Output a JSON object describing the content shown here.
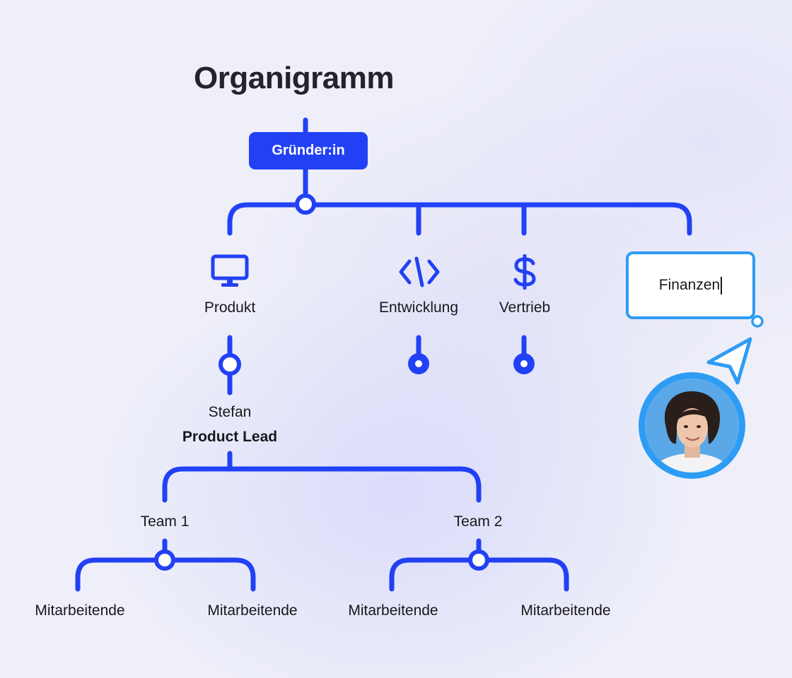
{
  "diagram": {
    "title": "Organigramm",
    "root": "Gründer:in",
    "departments": [
      {
        "label": "Produkt",
        "icon": "monitor-icon"
      },
      {
        "label": "Entwicklung",
        "icon": "code-icon"
      },
      {
        "label": "Vertrieb",
        "icon": "dollar-icon"
      }
    ],
    "editing_box": {
      "value": "Finanzen"
    },
    "lead": {
      "name": "Stefan",
      "role": "Product Lead"
    },
    "teams": [
      "Team 1",
      "Team 2"
    ],
    "members": [
      "Mitarbeitende",
      "Mitarbeitende",
      "Mitarbeitende",
      "Mitarbeitende"
    ],
    "colors": {
      "accent": "#2241f5",
      "highlight": "#2d9cf4",
      "text": "#18181c",
      "background": "#eeeff9"
    }
  }
}
